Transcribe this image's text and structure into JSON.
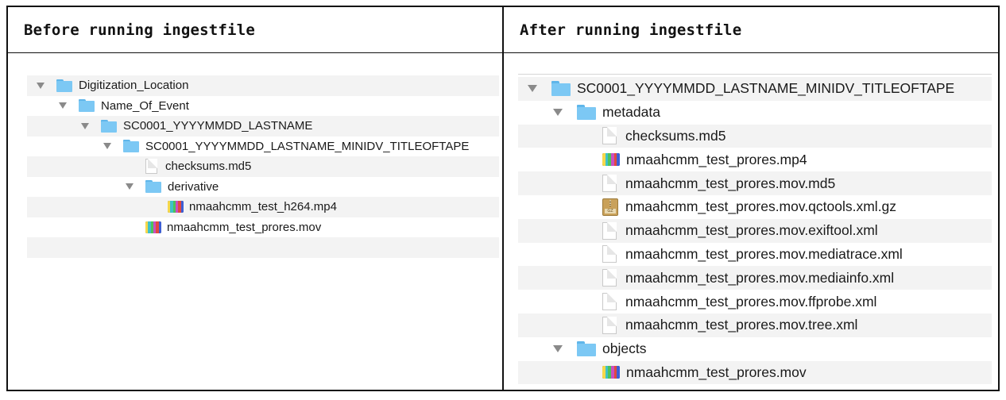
{
  "left": {
    "header": "Before running ingestfile",
    "rows": [
      {
        "depth": 0,
        "toggle": true,
        "icon": "folder",
        "label": "Digitization_Location"
      },
      {
        "depth": 1,
        "toggle": true,
        "icon": "folder",
        "label": "Name_Of_Event"
      },
      {
        "depth": 2,
        "toggle": true,
        "icon": "folder",
        "label": "SC0001_YYYYMMDD_LASTNAME"
      },
      {
        "depth": 3,
        "toggle": true,
        "icon": "folder",
        "label": "SC0001_YYYYMMDD_LASTNAME_MINIDV_TITLEOFTAPE"
      },
      {
        "depth": 4,
        "toggle": false,
        "icon": "document",
        "label": "checksums.md5"
      },
      {
        "depth": 4,
        "toggle": true,
        "icon": "folder",
        "label": "derivative"
      },
      {
        "depth": 5,
        "toggle": false,
        "icon": "video",
        "label": "nmaahcmm_test_h264.mp4"
      },
      {
        "depth": 4,
        "toggle": false,
        "icon": "video",
        "label": "nmaahcmm_test_prores.mov"
      },
      {
        "depth": -1,
        "toggle": false,
        "icon": "",
        "label": ""
      }
    ]
  },
  "right": {
    "header": "After running ingestfile",
    "rows": [
      {
        "depth": 0,
        "toggle": true,
        "icon": "folder",
        "label": "SC0001_YYYYMMDD_LASTNAME_MINIDV_TITLEOFTAPE"
      },
      {
        "depth": 1,
        "toggle": true,
        "icon": "folder",
        "label": "metadata"
      },
      {
        "depth": 2,
        "toggle": false,
        "icon": "document",
        "label": "checksums.md5"
      },
      {
        "depth": 2,
        "toggle": false,
        "icon": "video",
        "label": "nmaahcmm_test_prores.mp4"
      },
      {
        "depth": 2,
        "toggle": false,
        "icon": "document",
        "label": "nmaahcmm_test_prores.mov.md5"
      },
      {
        "depth": 2,
        "toggle": false,
        "icon": "archive-gz",
        "label": "nmaahcmm_test_prores.mov.qctools.xml.gz"
      },
      {
        "depth": 2,
        "toggle": false,
        "icon": "document",
        "label": "nmaahcmm_test_prores.mov.exiftool.xml"
      },
      {
        "depth": 2,
        "toggle": false,
        "icon": "document",
        "label": "nmaahcmm_test_prores.mov.mediatrace.xml"
      },
      {
        "depth": 2,
        "toggle": false,
        "icon": "document",
        "label": "nmaahcmm_test_prores.mov.mediainfo.xml"
      },
      {
        "depth": 2,
        "toggle": false,
        "icon": "document",
        "label": "nmaahcmm_test_prores.mov.ffprobe.xml"
      },
      {
        "depth": 2,
        "toggle": false,
        "icon": "document",
        "label": "nmaahcmm_test_prores.mov.tree.xml"
      },
      {
        "depth": 1,
        "toggle": true,
        "icon": "folder",
        "label": "objects"
      },
      {
        "depth": 2,
        "toggle": false,
        "icon": "video",
        "label": "nmaahcmm_test_prores.mov"
      }
    ]
  },
  "colors": {
    "folder": "#7cc8f4",
    "folder_tab": "#5fb6ea",
    "stripe": "#f3f3f3",
    "disclosure": "#8a8a8a",
    "border": "#111111"
  },
  "icons": {
    "folder": "folder-icon",
    "document": "document-icon",
    "video": "video-file-icon",
    "archive-gz": "gz-archive-icon",
    "toggle": "disclosure-triangle-icon"
  },
  "gz_badge": "GZ"
}
